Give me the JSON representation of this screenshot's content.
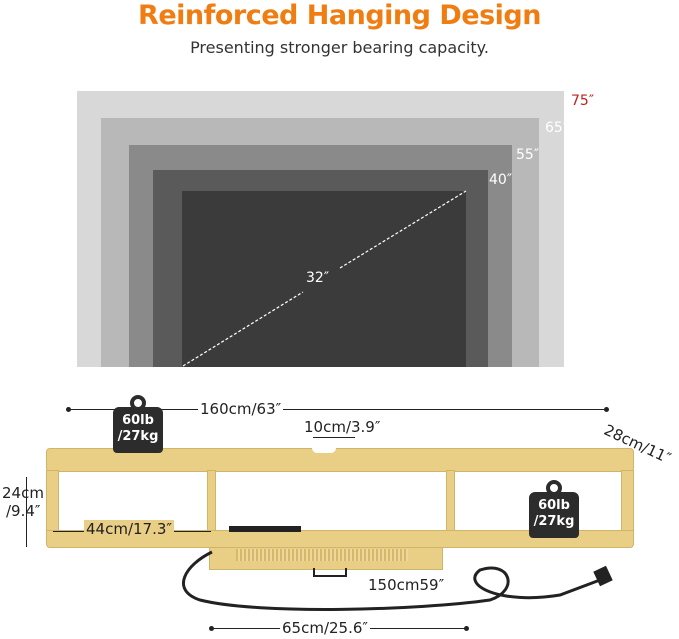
{
  "header": {
    "title": "Reinforced Hanging Design",
    "subtitle": "Presenting stronger bearing capacity."
  },
  "tv_sizes": [
    {
      "label": "75″",
      "color": "#d8d8d8",
      "label_color": "#c0201c"
    },
    {
      "label": "65″",
      "color": "#b8b8b8",
      "label_color": "#ffffff"
    },
    {
      "label": "55″",
      "color": "#8a8a8a",
      "label_color": "#ffffff"
    },
    {
      "label": "40″",
      "color": "#5a5a5a",
      "label_color": "#ffffff"
    },
    {
      "label": "32″",
      "color": "#3b3b3b",
      "label_color": "#ffffff"
    }
  ],
  "dimensions": {
    "width": "160cm/63″",
    "depth": "28cm/11″",
    "height": "24cm\n/9.4″",
    "height_a": "24cm",
    "height_b": "/9.4″",
    "cutout": "10cm/3.9″",
    "compartment": "44cm/17.3″",
    "cord": "150cm59″",
    "drawer": "65cm/25.6″"
  },
  "weights": [
    {
      "line1": "60lb",
      "line2": "/27kg"
    },
    {
      "line1": "60lb",
      "line2": "/27kg"
    }
  ]
}
